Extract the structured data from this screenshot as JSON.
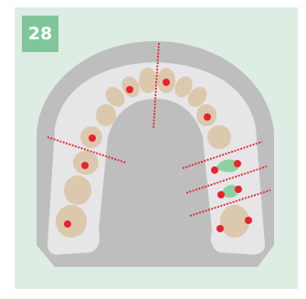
{
  "figure": {
    "number_label": "28"
  },
  "colors": {
    "background_panel": "#deede3",
    "badge": "#7fc79b",
    "jaw_base": "#bebebf",
    "gum": "#e6e6e8",
    "tooth": "#dcc8ac",
    "marker": "#e8232c",
    "reference_line": "#e8232c",
    "highlight_tooth": "#8fd0a2"
  },
  "icons": {
    "arch": "dental-arch-occlusal-view",
    "marker": "red-dot",
    "line": "red-dotted-reference-line"
  }
}
